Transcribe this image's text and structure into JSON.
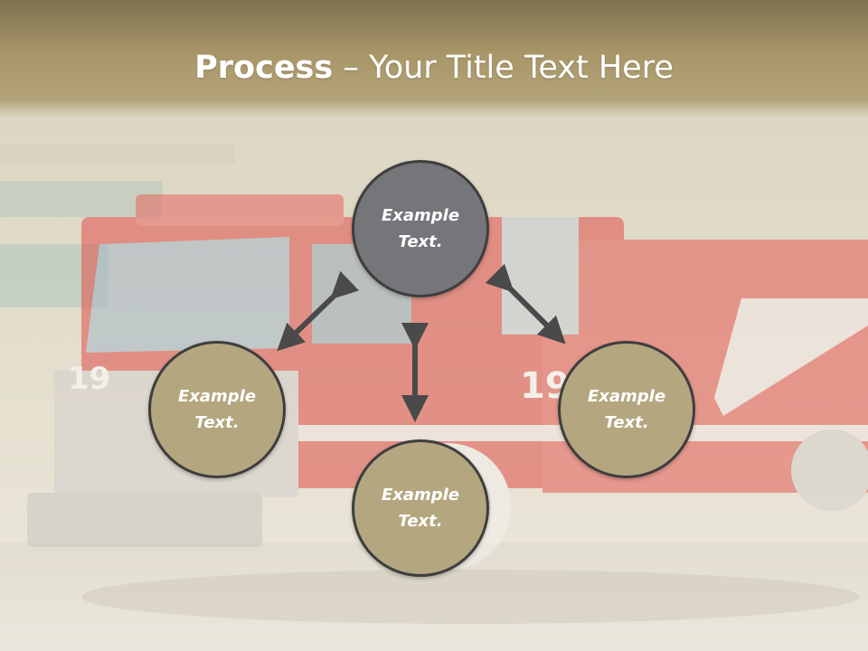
{
  "title": {
    "bold": "Process",
    "rest": " – Your Title Text Here"
  },
  "colors": {
    "header": "#a89668",
    "node_center": "#75757a",
    "node_outer": "#b4a67f",
    "node_border": "#3e3e3e",
    "arrow": "#4a4a4a",
    "background_photo": "fire-truck"
  },
  "nodes": {
    "top": "Example Text.",
    "left": "Example Text.",
    "right": "Example Text.",
    "bottom": "Example Text."
  },
  "connectors": [
    "top-left",
    "top-right",
    "top-bottom"
  ]
}
